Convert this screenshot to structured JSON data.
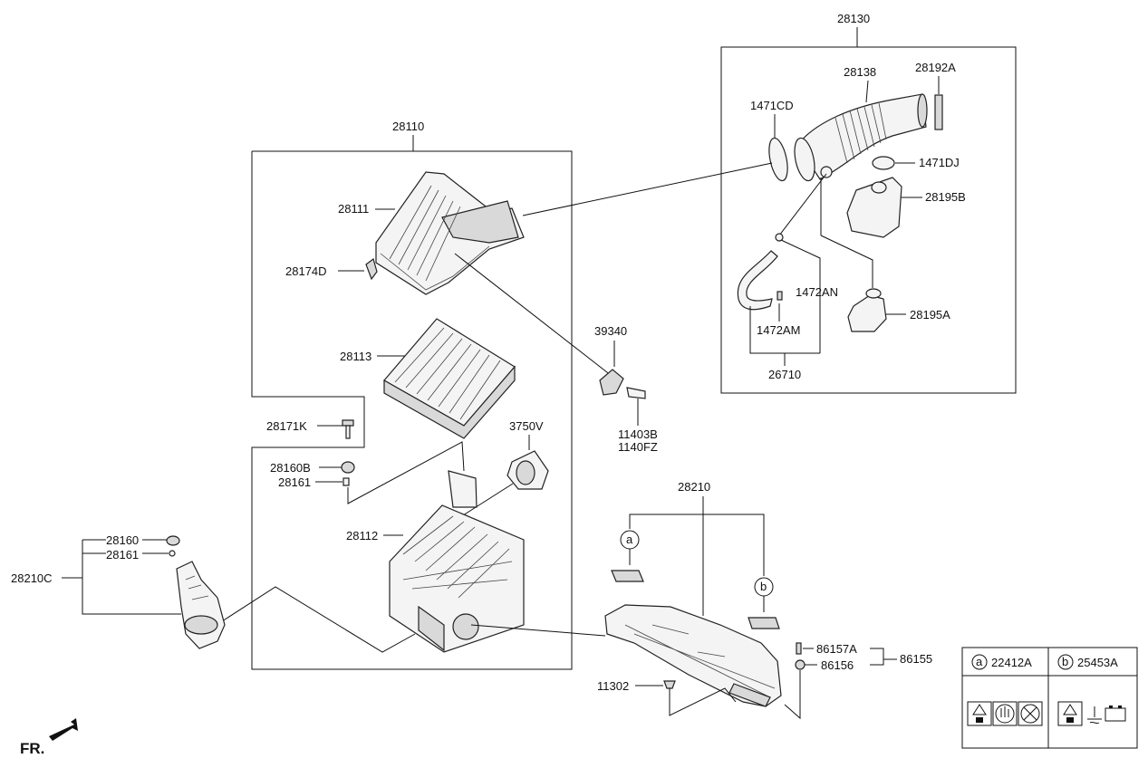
{
  "labels": {
    "p28130": "28130",
    "p28138": "28138",
    "p28192A": "28192A",
    "p1471CD": "1471CD",
    "p1471DJ": "1471DJ",
    "p28195B": "28195B",
    "p1472AN": "1472AN",
    "p28195A": "28195A",
    "p1472AM": "1472AM",
    "p26710": "26710",
    "p28110": "28110",
    "p28111": "28111",
    "p28174D": "28174D",
    "p28113": "28113",
    "p39340": "39340",
    "p11403B": "11403B",
    "p1140FZ": "1140FZ",
    "p3750V": "3750V",
    "p28171K": "28171K",
    "p28160B": "28160B",
    "p28161a": "28161",
    "p28112": "28112",
    "p28210": "28210",
    "p28160": "28160",
    "p28161b": "28161",
    "p28210C": "28210C",
    "p86157A": "86157A",
    "p86155": "86155",
    "p86156": "86156",
    "p11302": "11302",
    "fr": "FR."
  },
  "callouts": {
    "a": "a",
    "b": "b"
  },
  "legend": {
    "a_letter": "a",
    "a_part": "22412A",
    "b_letter": "b",
    "b_part": "25453A",
    "a_icons": [
      "warning-icon",
      "no-hand-icon",
      "no-fire-icon"
    ],
    "b_icons": [
      "warning-icon",
      "coolant-level-icon",
      "battery-icon"
    ]
  }
}
